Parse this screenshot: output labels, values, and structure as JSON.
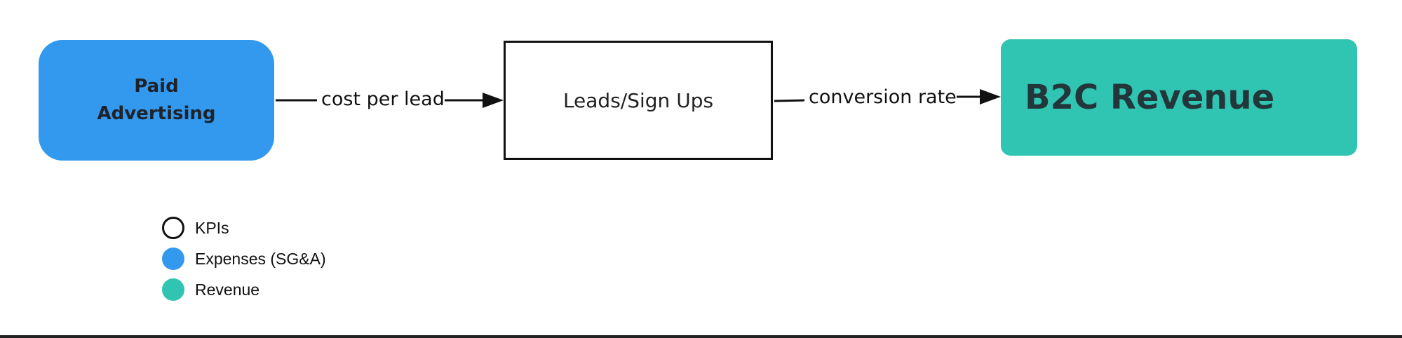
{
  "nodes": {
    "paid_advertising": {
      "line1": "Paid",
      "line2": "Advertising",
      "color": "#3399ee"
    },
    "leads": {
      "label": "Leads/Sign Ups"
    },
    "revenue": {
      "label": "B2C Revenue",
      "color": "#30c4b2"
    }
  },
  "edges": [
    {
      "from": "paid_advertising",
      "to": "leads",
      "label": "cost per lead"
    },
    {
      "from": "leads",
      "to": "revenue",
      "label": "conversion rate"
    }
  ],
  "legend": [
    {
      "label": "KPIs",
      "swatch": "outline-circle"
    },
    {
      "label": "Expenses (SG&A)",
      "swatch": "filled-circle",
      "color": "#3399ee"
    },
    {
      "label": "Revenue",
      "swatch": "filled-circle",
      "color": "#30c4b2"
    }
  ]
}
